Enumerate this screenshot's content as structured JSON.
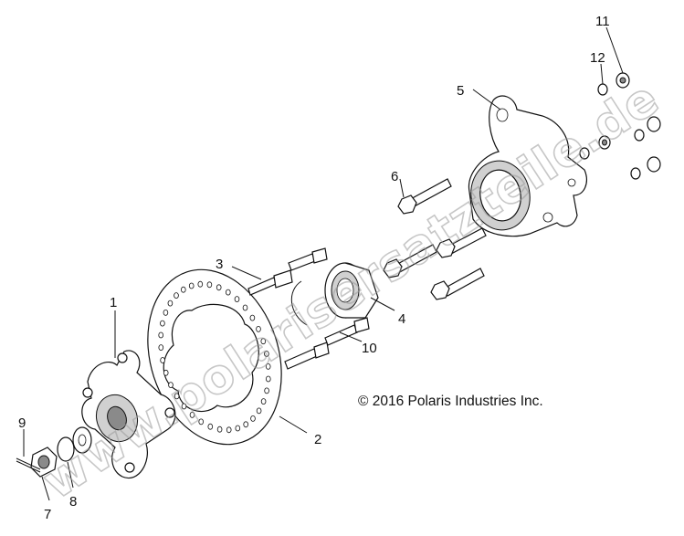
{
  "copyright": "© 2016 Polaris Industries Inc.",
  "watermark": "www.polarisersatzteile.de",
  "callouts": [
    {
      "id": "1",
      "text": "1"
    },
    {
      "id": "2",
      "text": "2"
    },
    {
      "id": "3",
      "text": "3"
    },
    {
      "id": "4",
      "text": "4"
    },
    {
      "id": "5",
      "text": "5"
    },
    {
      "id": "6",
      "text": "6"
    },
    {
      "id": "7",
      "text": "7"
    },
    {
      "id": "8",
      "text": "8"
    },
    {
      "id": "9",
      "text": "9"
    },
    {
      "id": "10",
      "text": "10"
    },
    {
      "id": "11",
      "text": "11"
    },
    {
      "id": "12",
      "text": "12"
    }
  ]
}
